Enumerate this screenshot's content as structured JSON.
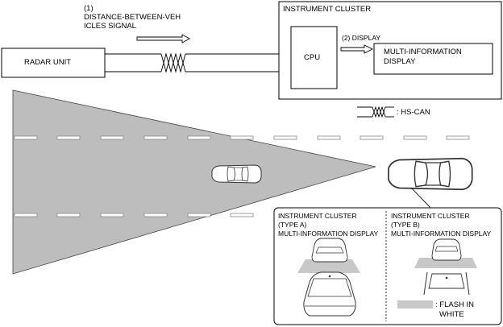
{
  "signal": {
    "number": "(1)",
    "line1": "DISTANCE-BETWEEN-VEH",
    "line2": "ICLES SIGNAL"
  },
  "radar_unit": "RADAR UNIT",
  "instrument_cluster": {
    "title": "INSTRUMENT CLUSTER",
    "cpu": "CPU",
    "display_arrow": "(2) DISPLAY",
    "mid_line1": "MULTI-INFORMATION",
    "mid_line2": "DISPLAY"
  },
  "legend_hscan": ": HS-CAN",
  "inset": {
    "type_a": {
      "line1": "INSTRUMENT CLUSTER",
      "line2": "(TYPE A)",
      "line3": "MULTI-INFORMATION DISPLAY"
    },
    "type_b": {
      "line1": "INSTRUMENT CLUSTER",
      "line2": "(TYPE B)",
      "line3": "MULTI-INFORMATION DISPLAY"
    },
    "flash_line1": ": FLASH IN",
    "flash_line2": "WHITE"
  }
}
